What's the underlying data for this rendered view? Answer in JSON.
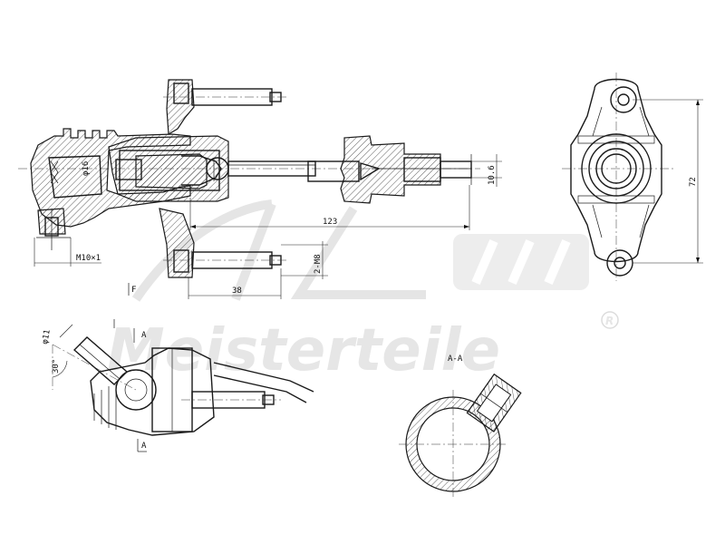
{
  "watermark": {
    "logo_text": "A.Z.M",
    "brand": "Meisterteile",
    "registered": "R"
  },
  "dimensions": {
    "dia16": "φ16",
    "length_123": "123",
    "thread_m10": "M10×1",
    "offset_38": "38",
    "bolts_2m8": "2-M8",
    "height_10_6": "10.6",
    "height_72": "72",
    "dia11": "φ11",
    "angle_30": "30°"
  },
  "section_labels": {
    "section_title": "A-A",
    "marker_a_upper": "A",
    "marker_a_lower": "A",
    "marker_f": "F"
  }
}
